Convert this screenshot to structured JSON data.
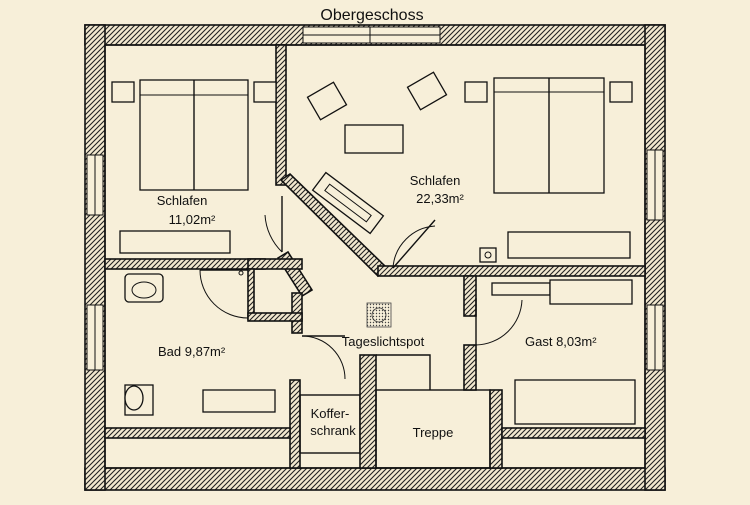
{
  "title": "Obergeschoss",
  "rooms": {
    "schlafen_left": {
      "name": "Schlafen",
      "area": "11,02m²"
    },
    "schlafen_right": {
      "name": "Schlafen",
      "area": "22,33m²"
    },
    "bad": {
      "label": "Bad 9,87m²"
    },
    "gast": {
      "label": "Gast 8,03m²"
    },
    "flur": {
      "label": "Tageslichtspot"
    },
    "kofferschrank": {
      "line1": "Koffer-",
      "line2": "schrank"
    },
    "treppe": {
      "label": "Treppe"
    }
  }
}
